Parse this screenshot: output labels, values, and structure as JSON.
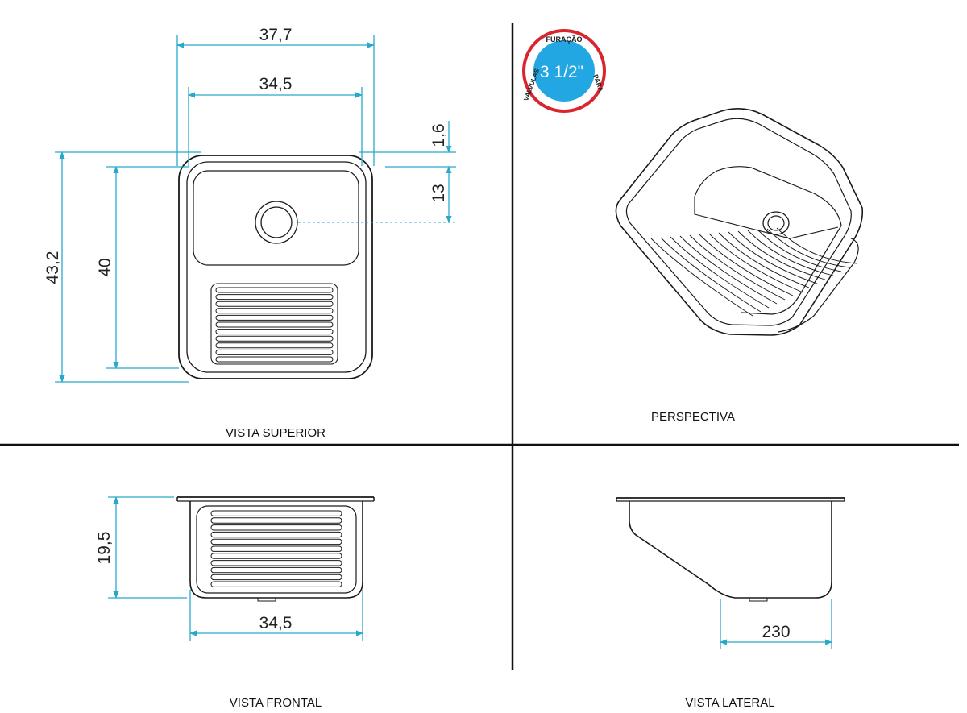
{
  "views": {
    "top": {
      "caption": "VISTA SUPERIOR",
      "dims": {
        "outer_width": "37,7",
        "inner_width": "34,5",
        "flange": "1,6",
        "drain_offset": "13",
        "outer_depth": "43,2",
        "inner_depth": "40"
      }
    },
    "perspective": {
      "caption": "PERSPECTIVA",
      "badge": {
        "top_text": "FURAÇÃO",
        "size": "3 1/2\"",
        "left_text": "VALVULAS",
        "right_text": "PARA"
      }
    },
    "front": {
      "caption": "VISTA FRONTAL",
      "dims": {
        "height": "19,5",
        "width": "34,5"
      }
    },
    "side": {
      "caption": "VISTA LATERAL",
      "dims": {
        "width": "230"
      }
    }
  },
  "colors": {
    "dimension": "#29a9c9",
    "ink": "#1a1a1a",
    "badge_red": "#d9252e",
    "badge_blue": "#22a7e2"
  }
}
